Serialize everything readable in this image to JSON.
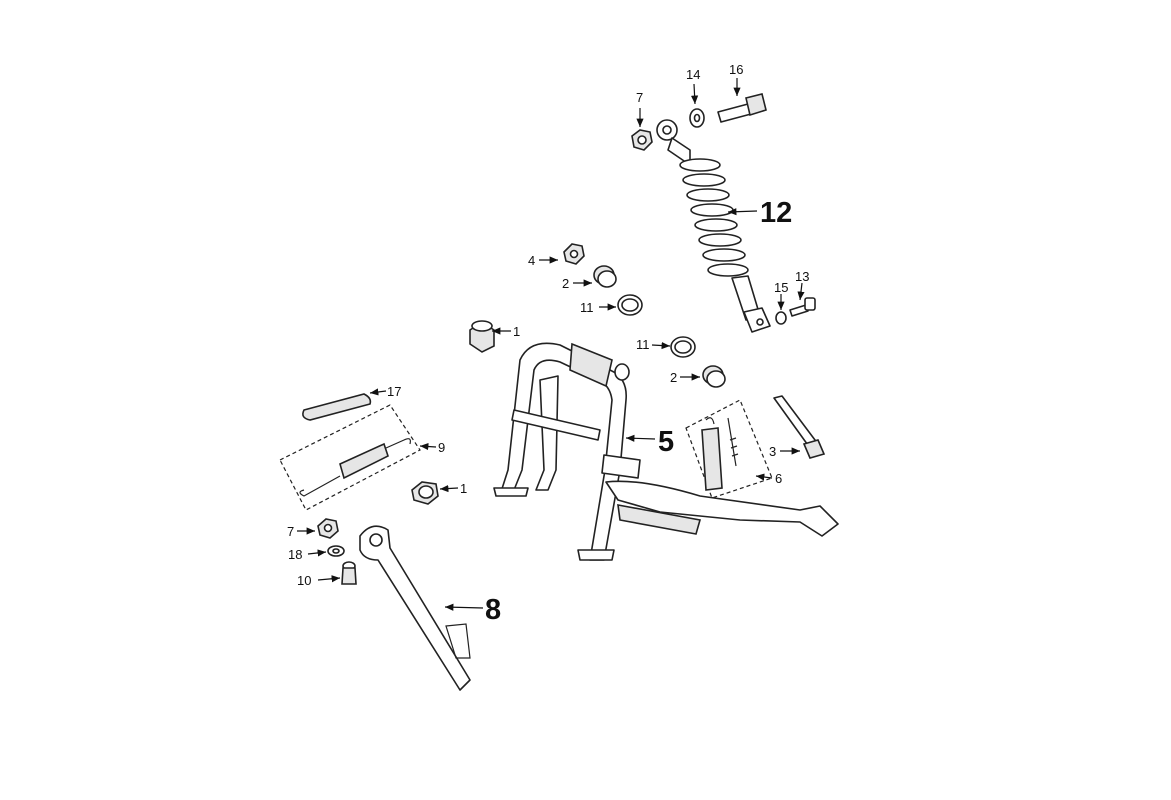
{
  "diagram": {
    "type": "exploded parts diagram",
    "callouts": {
      "p16": "16",
      "p14": "14",
      "p7a": "7",
      "p12": "12",
      "p4": "4",
      "p2a": "2",
      "p11a": "11",
      "p15": "15",
      "p13": "13",
      "p1a": "1",
      "p11b": "11",
      "p2b": "2",
      "p17": "17",
      "p5": "5",
      "p9": "9",
      "p3": "3",
      "p6": "6",
      "p1b": "1",
      "p7b": "7",
      "p18": "18",
      "p10": "10",
      "p8": "8"
    }
  }
}
